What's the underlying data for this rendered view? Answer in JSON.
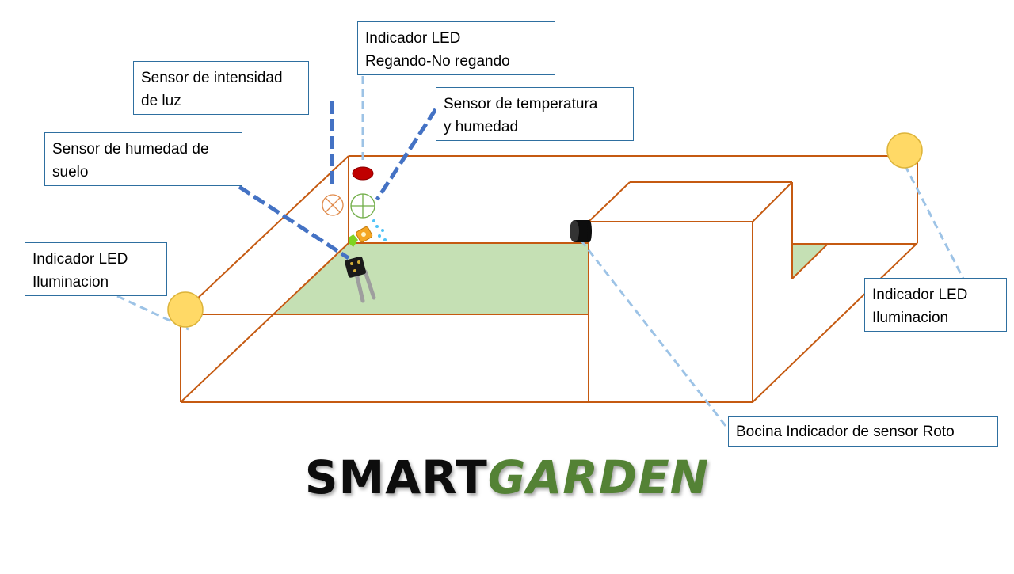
{
  "colors": {
    "outline": "#c55a11",
    "grass": "#c5e0b4",
    "leader_dark": "#4472c4",
    "leader_light": "#9dc3e6",
    "led_yellow": "#ffd966",
    "led_red": "#c00000",
    "title_dark": "#0d0d0d",
    "title_green": "#548235"
  },
  "labels": {
    "led_watering": {
      "line1": "Indicador LED",
      "line2": "Regando-No regando"
    },
    "light_sensor": {
      "line1": "Sensor de intensidad",
      "line2": "de luz"
    },
    "temp_humidity_sensor": {
      "line1": "Sensor de temperatura",
      "line2": "y humedad"
    },
    "soil_humidity_sensor": {
      "line1": "Sensor de humedad de",
      "line2": "suelo"
    },
    "led_lighting_left": {
      "line1": "Indicador LED",
      "line2": "Iluminacion"
    },
    "led_lighting_right": {
      "line1": "Indicador LED",
      "line2": "Iluminacion"
    },
    "buzzer": {
      "line1": "Bocina Indicador de sensor Roto"
    }
  },
  "title": {
    "part1": "SMART",
    "part2": "GARDEN"
  },
  "icons": [
    "led-yellow-icon",
    "led-red-icon",
    "light-sensor-icon",
    "temperature-sensor-icon",
    "water-pump-icon",
    "soil-probe-icon",
    "buzzer-icon"
  ]
}
